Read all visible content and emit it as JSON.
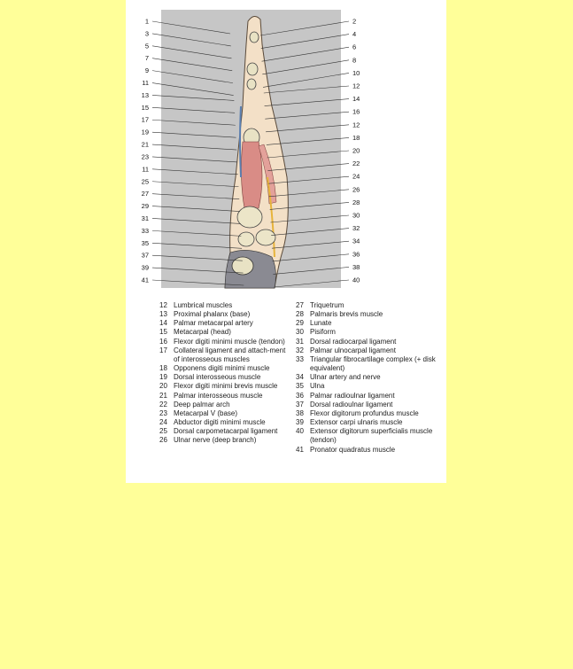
{
  "figure": {
    "left_labels": [
      "1",
      "3",
      "5",
      "7",
      "9",
      "11",
      "13",
      "15",
      "17",
      "19",
      "21",
      "23",
      "11",
      "25",
      "27",
      "29",
      "31",
      "33",
      "35",
      "37",
      "39",
      "41"
    ],
    "right_labels": [
      "2",
      "4",
      "6",
      "8",
      "10",
      "12",
      "14",
      "16",
      "12",
      "18",
      "20",
      "22",
      "24",
      "26",
      "28",
      "30",
      "32",
      "34",
      "36",
      "38",
      "40"
    ],
    "colors": {
      "panel": "#c6c6c6",
      "tissue": "#f3e0c7",
      "muscle": "#d98c86",
      "bone": "#e8e2c4",
      "nerve": "#e7b43b",
      "vessel": "#5b7fb0",
      "dark": "#6b6b72"
    }
  },
  "legend": {
    "left": [
      {
        "num": "12",
        "text": "Lumbrical muscles"
      },
      {
        "num": "13",
        "text": "Proximal phalanx (base)"
      },
      {
        "num": "14",
        "text": "Palmar metacarpal artery"
      },
      {
        "num": "15",
        "text": "Metacarpal (head)"
      },
      {
        "num": "16",
        "text": "Flexor digiti minimi muscle (tendon)"
      },
      {
        "num": "17",
        "text": "Collateral ligament and attach-ment of interosseous muscles"
      },
      {
        "num": "18",
        "text": "Opponens digiti minimi muscle"
      },
      {
        "num": "19",
        "text": "Dorsal interosseous muscle"
      },
      {
        "num": "20",
        "text": "Flexor digiti minimi brevis muscle"
      },
      {
        "num": "21",
        "text": "Palmar interosseous muscle"
      },
      {
        "num": "22",
        "text": "Deep palmar arch"
      },
      {
        "num": "23",
        "text": "Metacarpal V (base)"
      },
      {
        "num": "24",
        "text": "Abductor digiti minimi muscle"
      },
      {
        "num": "25",
        "text": "Dorsal carpometacarpal ligament"
      },
      {
        "num": "26",
        "text": "Ulnar nerve (deep branch)"
      }
    ],
    "right": [
      {
        "num": "27",
        "text": "Triquetrum"
      },
      {
        "num": "28",
        "text": "Palmaris brevis muscle"
      },
      {
        "num": "29",
        "text": "Lunate"
      },
      {
        "num": "30",
        "text": "Pisiform"
      },
      {
        "num": "31",
        "text": "Dorsal radiocarpal ligament"
      },
      {
        "num": "32",
        "text": "Palmar ulnocarpal ligament"
      },
      {
        "num": "33",
        "text": "Triangular fibrocartilage complex (+ disk equivalent)"
      },
      {
        "num": "34",
        "text": "Ulnar artery and nerve"
      },
      {
        "num": "35",
        "text": "Ulna"
      },
      {
        "num": "36",
        "text": "Palmar radioulnar ligament"
      },
      {
        "num": "37",
        "text": "Dorsal radioulnar ligament"
      },
      {
        "num": "38",
        "text": "Flexor digitorum profundus muscle"
      },
      {
        "num": "39",
        "text": "Extensor carpi ulnaris muscle"
      },
      {
        "num": "40",
        "text": "Extensor digitorum superficialis muscle (tendon)"
      },
      {
        "num": "41",
        "text": "Pronator quadratus muscle"
      }
    ]
  }
}
